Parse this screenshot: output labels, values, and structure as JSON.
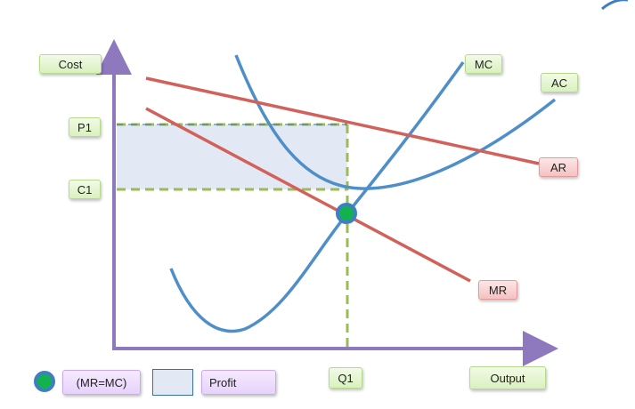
{
  "labels": {
    "cost": "Cost",
    "output": "Output",
    "p1": "P1",
    "c1": "C1",
    "q1": "Q1",
    "mc": "MC",
    "ac": "AC",
    "ar": "AR",
    "mr": "MR"
  },
  "legend": {
    "equilibrium": "(MR=MC)",
    "profit": "Profit"
  },
  "colors": {
    "axis": "#8e79bf",
    "cost_curves": "#4f8fc9",
    "revenue_lines": "#d1615a",
    "guides": "#9bbb59",
    "profit_fill": "#e3e9f4",
    "equilibrium_dot": "#12b24f"
  }
}
